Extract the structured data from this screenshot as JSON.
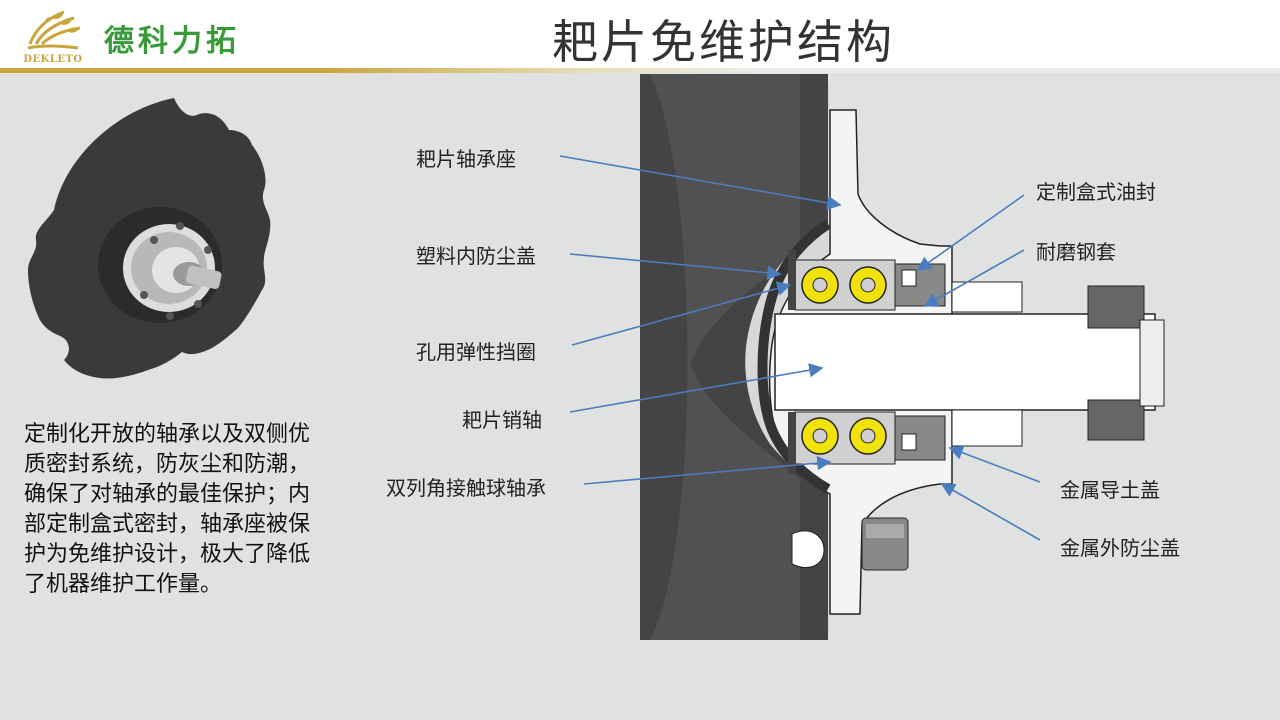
{
  "header": {
    "brand_name": "德科力拓",
    "logo_text": "DEKLETO",
    "title": "耙片免维护结构"
  },
  "description": "定制化开放的轴承以及双侧优质密封系统，防灰尘和防潮，确保了对轴承的最佳保护；内部定制盒式密封，轴承座被保护为免维护设计，极大了降低了机器维护工作量。",
  "labels": {
    "bearing_housing": "耙片轴承座",
    "plastic_inner_dust_cover": "塑料内防尘盖",
    "hole_circlip": "孔用弹性挡圈",
    "disc_pin_shaft": "耙片销轴",
    "double_row_bearing": "双列角接触球轴承",
    "cassette_oil_seal": "定制盒式油封",
    "wear_sleeve": "耐磨钢套",
    "metal_soil_guide_cover": "金属导土盖",
    "metal_outer_dust_cover": "金属外防尘盖"
  },
  "colors": {
    "brand_green": "#3a9a3a",
    "logo_gold": "#c9a53a",
    "arrow_blue": "#4a7cc0",
    "bearing_yellow": "#f2e20c",
    "disc_dark": "#3a3a3a"
  }
}
